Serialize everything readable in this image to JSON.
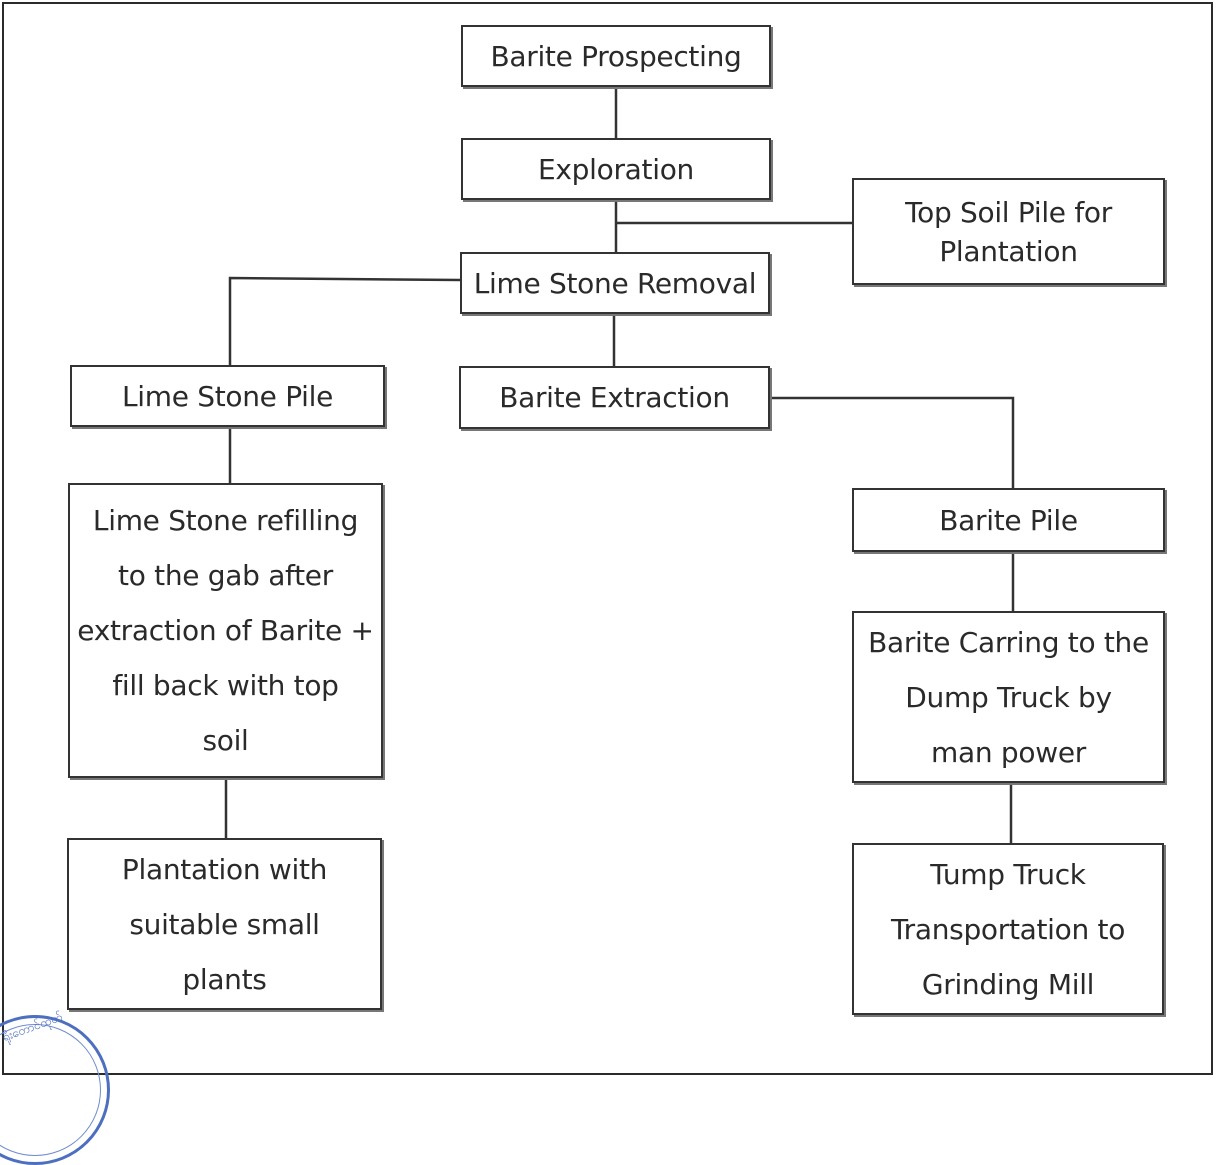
{
  "nodes": {
    "barite_prospecting": "Barite Prospecting",
    "exploration": "Exploration",
    "top_soil_pile": "Top Soil Pile for\nPlantation",
    "lime_stone_removal": "Lime Stone Removal",
    "lime_stone_pile": "Lime Stone Pile",
    "barite_extraction": "Barite Extraction",
    "lime_stone_refilling": "Lime Stone refilling\nto the gab after\nextraction of Barite +\nfill back with top\nsoil",
    "barite_pile": "Barite Pile",
    "barite_carring": "Barite Carring to the\nDump Truck by\nman power",
    "plantation": "Plantation with\nsuitable small\nplants",
    "tump_truck": "Tump Truck\nTransportation to\nGrinding Mill"
  },
  "stamp": {
    "text": "ရိုးတောင်ထုတ်"
  },
  "colors": {
    "border": "#333333",
    "stamp": "#4d6fc0"
  }
}
